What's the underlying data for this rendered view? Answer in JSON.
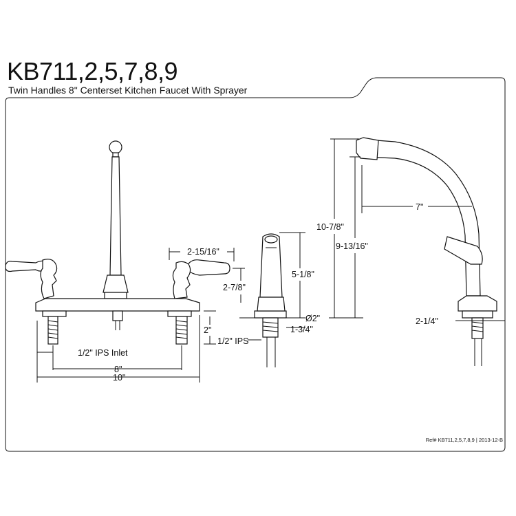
{
  "header": {
    "model": "KB711,2,5,7,8,9",
    "description": "Twin Handles 8\" Centerset Kitchen Faucet With Sprayer"
  },
  "dimensions": {
    "ips_inlet": "1/2\" IPS Inlet",
    "centers": "8\"",
    "base_width": "10\"",
    "handle_width": "2-15/16\"",
    "handle_height": "2-7/8\"",
    "shank_length": "2\"",
    "sprayer_ips": "1/2\" IPS",
    "sprayer_height": "5-1/8\"",
    "sprayer_diameter": "Ø2\"",
    "sprayer_base": "1-3/4\"",
    "overall_height": "10-7/8\"",
    "spout_height": "9-13/16\"",
    "spout_reach": "7\"",
    "base_depth": "2-1/4\""
  },
  "footer": {
    "reference": "Ref# KB711,2,5,7,8,9 | 2013-12-B"
  }
}
